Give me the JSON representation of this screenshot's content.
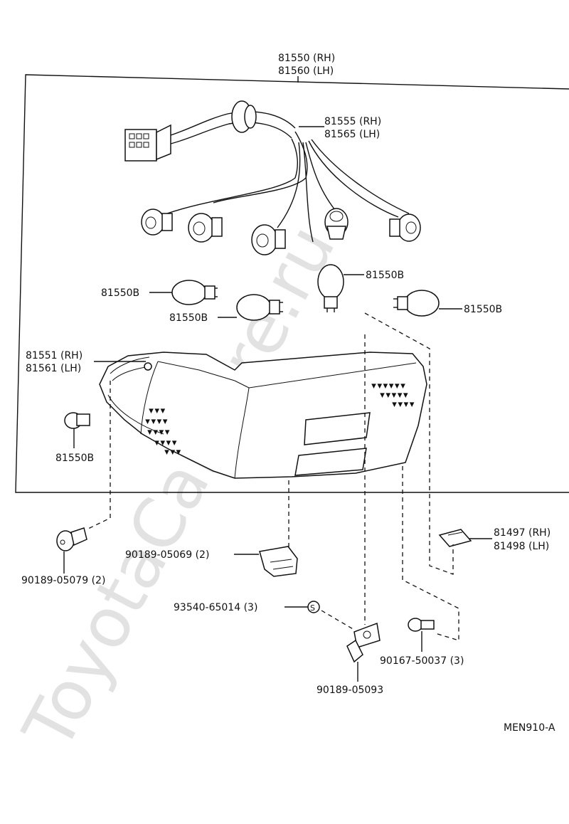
{
  "watermark": "ToyotaCarMire.ru",
  "diagram_code": "MEN910-A",
  "callouts": {
    "assembly_rh": "81550 (RH)",
    "assembly_lh": "81560 (LH)",
    "wiring_rh": "81555 (RH)",
    "wiring_lh": "81565 (LH)",
    "bulb_a": "81550B",
    "bulb_b": "81550B",
    "bulb_c": "81550B",
    "bulb_d": "81550B",
    "bulb_e": "81550B",
    "lens_rh": "81551 (RH)",
    "lens_lh": "81561 (LH)",
    "bracket_rh": "81497 (RH)",
    "bracket_lh": "81498 (LH)",
    "clip_90189_05069": "90189-05069 (2)",
    "clip_90189_05079": "90189-05079 (2)",
    "nut_93540": "93540-65014 (3)",
    "clip_90189_05093": "90189-05093",
    "screw_90167": "90167-50037 (3)"
  }
}
